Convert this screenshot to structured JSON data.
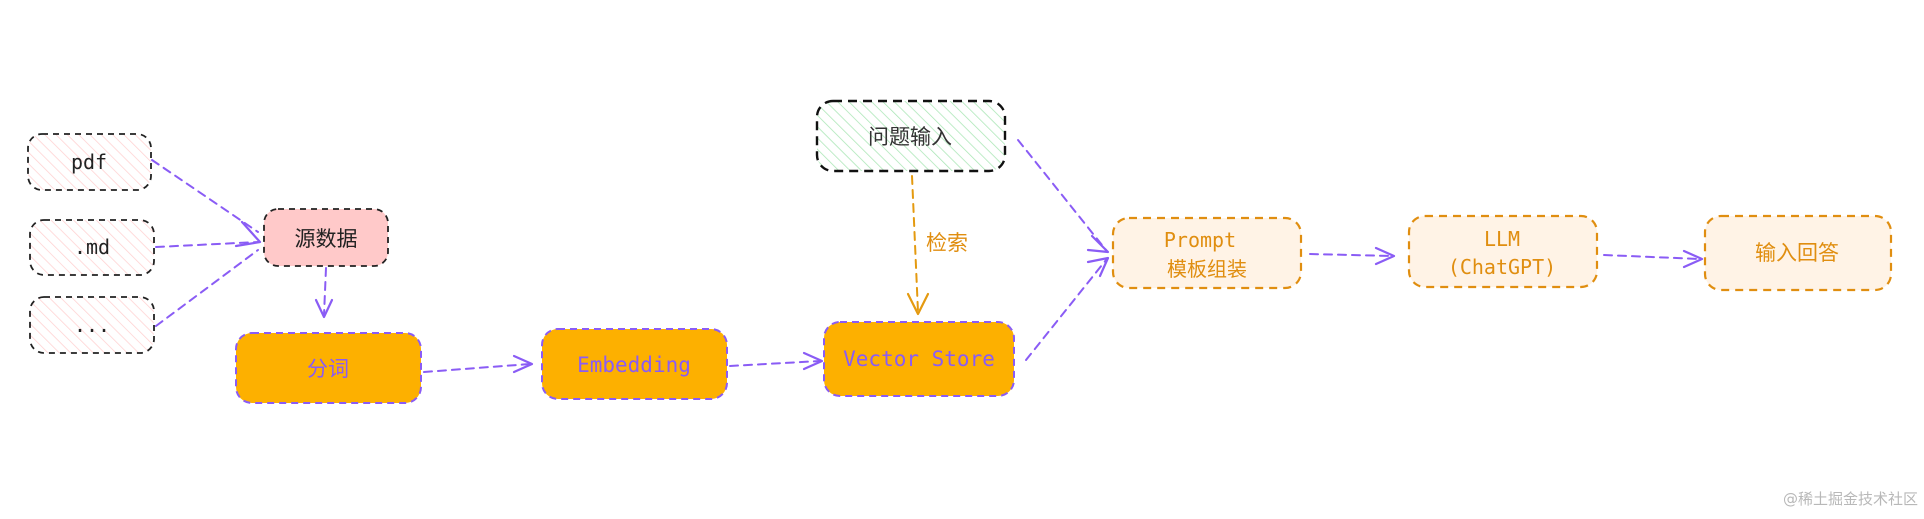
{
  "nodes": {
    "pdf": "pdf",
    "md": ".md",
    "etc": "...",
    "source": "源数据",
    "tokenize": "分词",
    "embedding": "Embedding",
    "vector_store": "Vector Store",
    "question": "问题输入",
    "prompt_line1": "Prompt",
    "prompt_line2": "模板组装",
    "llm_line1": "LLM",
    "llm_line2": "(ChatGPT)",
    "answer": "输入回答"
  },
  "edges": {
    "retrieve_label": "检索"
  },
  "watermark": "@稀土掘金技术社区",
  "colors": {
    "purple": "#8a5cf5",
    "orange": "#f0a800",
    "dark_orange": "#e48b0c",
    "source_fill": "#ffc9c9",
    "orange_fill": "#fdb000",
    "light_orange_fill": "#fff3e6",
    "question_hatch": "#b2f2bb",
    "input_hatch": "#ffd6d6"
  }
}
